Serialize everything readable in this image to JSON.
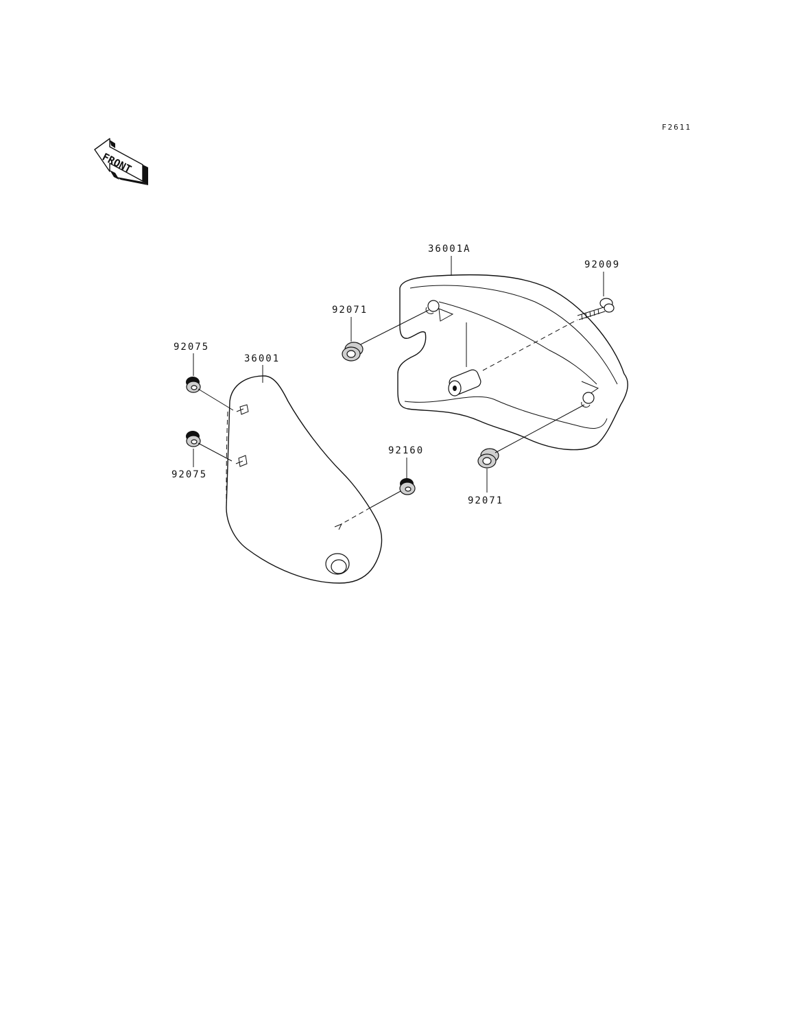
{
  "figure_code": "F2611",
  "front_arrow": {
    "text": "FRONT",
    "icon": "front-direction-arrow-icon"
  },
  "parts": {
    "cover_36001A": "36001A",
    "cover_36001": "36001",
    "bolt_92009": "92009",
    "grommet_92071_upper": "92071",
    "grommet_92071_lower": "92071",
    "grommet_92075_upper": "92075",
    "grommet_92075_lower": "92075",
    "grommet_92160": "92160"
  }
}
